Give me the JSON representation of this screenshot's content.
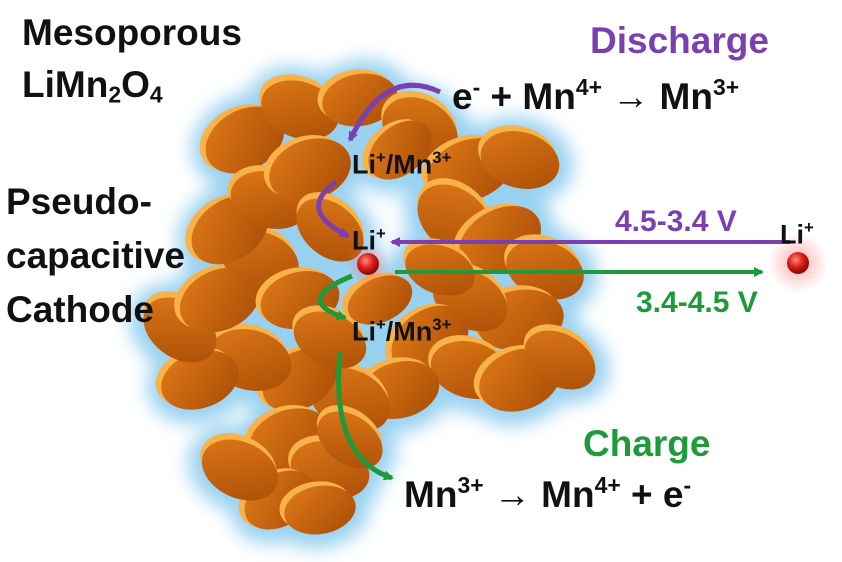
{
  "title": {
    "line1": "Mesoporous",
    "line2_base": "LiMn",
    "line2_sub1": "2",
    "line2_mid": "O",
    "line2_sub2": "4"
  },
  "side_label": {
    "line1": "Pseudo-",
    "line2": "capacitive",
    "line3": "Cathode"
  },
  "discharge": {
    "label": "Discharge",
    "color": "#7a3fb0",
    "eq_e": "e",
    "eq_e_sup": "-",
    "eq_plus": " + Mn",
    "eq_mn_sup": "4+",
    "eq_arrow": " → Mn",
    "eq_mn2_sup": "3+",
    "voltage": "4.5-3.4 V"
  },
  "charge": {
    "label": "Charge",
    "color": "#1e9a3a",
    "eq_mn": "Mn",
    "eq_mn_sup": "3+",
    "eq_arrow": " → Mn",
    "eq_mn2_sup": "4+",
    "eq_plus": " + e",
    "eq_e_sup": "-",
    "voltage": "3.4-4.5 V"
  },
  "species": {
    "li_mn_upper": {
      "li": "Li",
      "li_sup": "+",
      "slash": "/Mn",
      "mn_sup": "3+"
    },
    "li_mn_lower": {
      "li": "Li",
      "li_sup": "+",
      "slash": "/Mn",
      "mn_sup": "3+"
    },
    "li_inner": {
      "li": "Li",
      "li_sup": "+"
    },
    "li_outer": {
      "li": "Li",
      "li_sup": "+"
    }
  },
  "colors": {
    "particle": "#c8600a",
    "particle_highlight": "#f7b24a",
    "glow": "#7fc6ec",
    "ion": "#e0201a"
  }
}
